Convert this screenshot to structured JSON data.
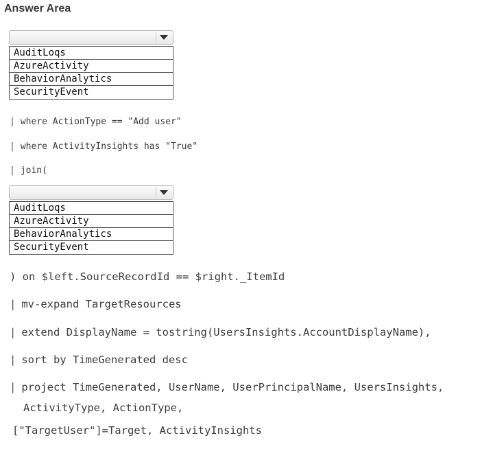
{
  "answer_area": {
    "title": "Answer Area"
  },
  "dropdown1": {
    "selected": "",
    "options": [
      "AuditLoqs",
      "AzureActivity",
      "BehaviorAnalytics",
      "SecurityEvent"
    ]
  },
  "dropdown2": {
    "selected": "",
    "options": [
      "AuditLoqs",
      "AzureActivity",
      "BehaviorAnalytics",
      "SecurityEvent"
    ]
  },
  "query": {
    "pipe": "|",
    "line1": "where ActionType == \"Add user\"",
    "line2": "where ActivityInsights has \"True\"",
    "line3": "join(",
    "line4": ") on $left.SourceRecordId == $right._ItemId",
    "line5": "mv-expand TargetResources",
    "line6": "extend DisplayName = tostring(UsersInsights.AccountDisplayName),",
    "line7": "sort by TimeGenerated desc",
    "line8": "project TimeGenerated, UserName, UserPrincipalName, UsersInsights,",
    "line9": "ActivityType, ActionType,",
    "line10": "[\"TargetUser\"]=Target, ActivityInsights"
  },
  "icons": {
    "dropdown_arrow": "chevron-down-icon"
  }
}
